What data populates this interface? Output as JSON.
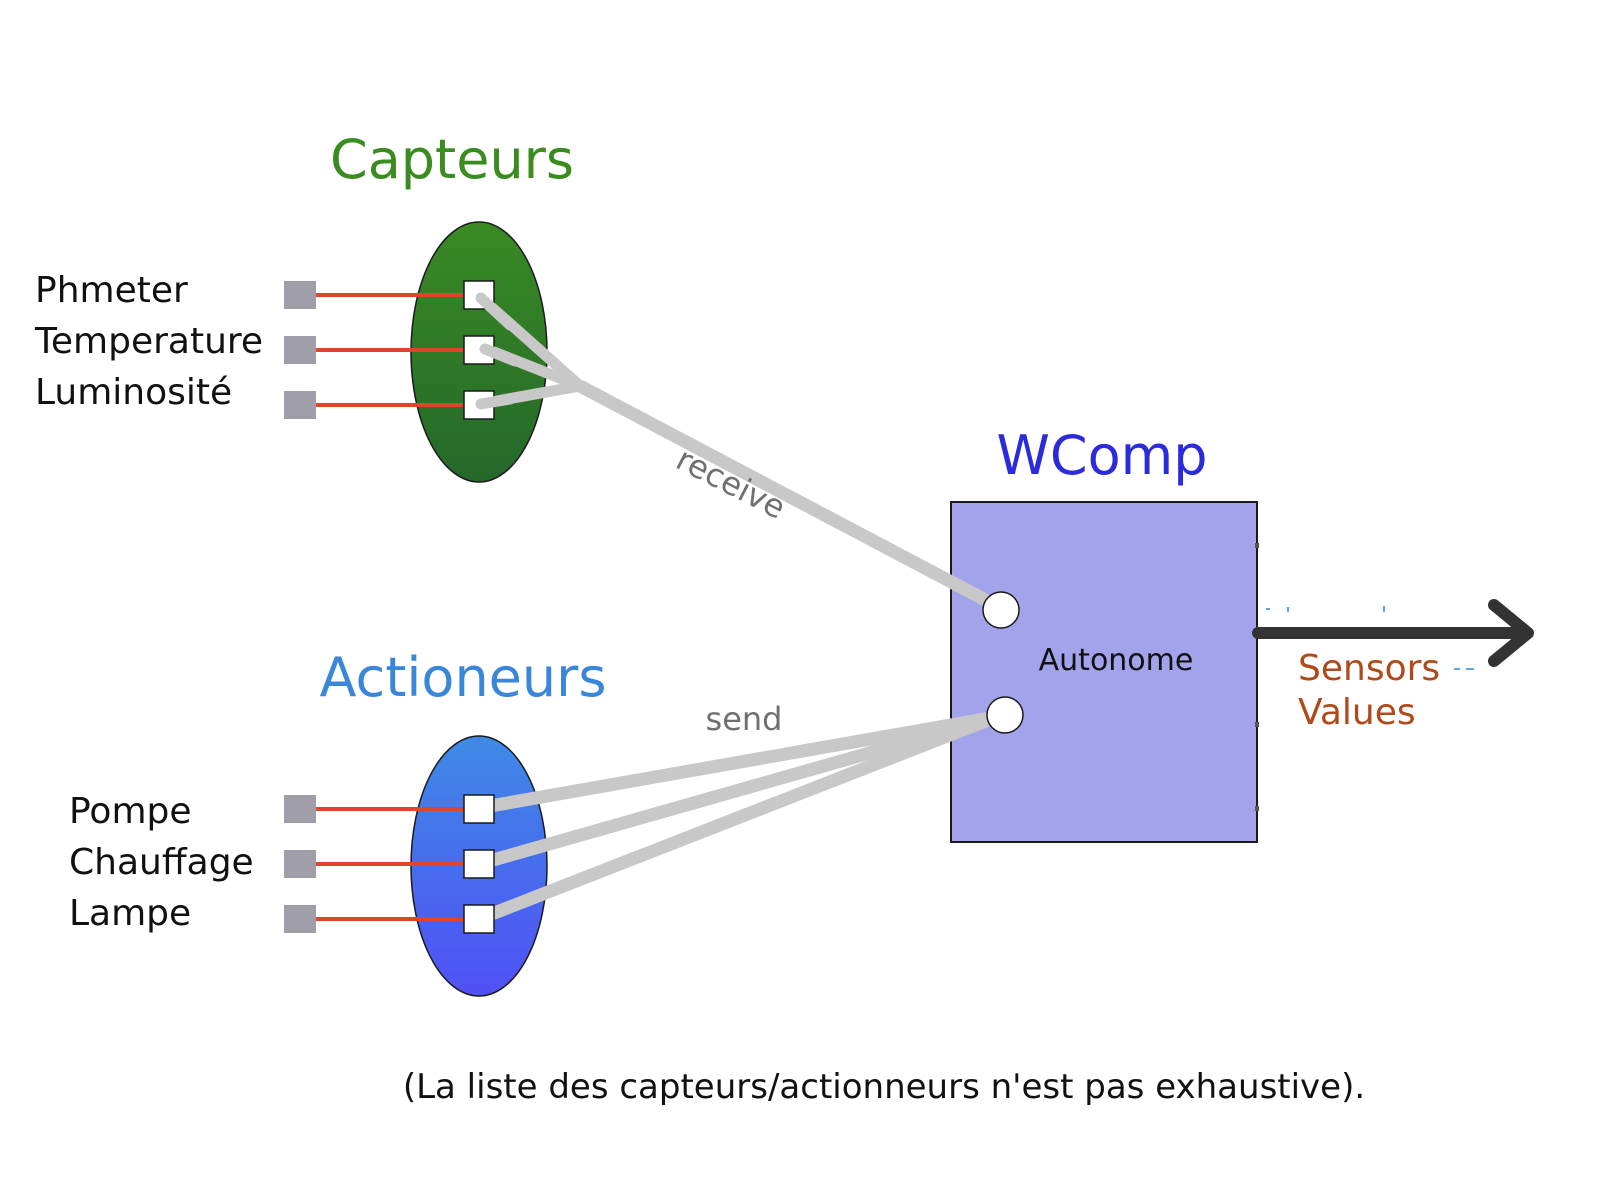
{
  "sensors_group": {
    "title": "Capteurs",
    "items": [
      "Phmeter",
      "Temperature",
      "Luminosité"
    ]
  },
  "actuators_group": {
    "title": "Actioneurs",
    "items": [
      "Pompe",
      "Chauffage",
      "Lampe"
    ]
  },
  "wcomp": {
    "title": "WComp",
    "component_label": "Autonome"
  },
  "connections": {
    "receive_label": "receive",
    "send_label": "send"
  },
  "output": {
    "line1": "Sensors",
    "line2": "Values"
  },
  "caption": "(La liste des capteurs/actionneurs n'est pas exhaustive).",
  "colors": {
    "sensors_title": "#3a8c1e",
    "actuators_title": "#3a86d8",
    "wcomp_title": "#2b2bdb",
    "wcomp_box": "#a3a3ec",
    "output_text": "#b04a1a",
    "red_wire": "#e0442a",
    "gray_wire": "#c8c8c8"
  }
}
